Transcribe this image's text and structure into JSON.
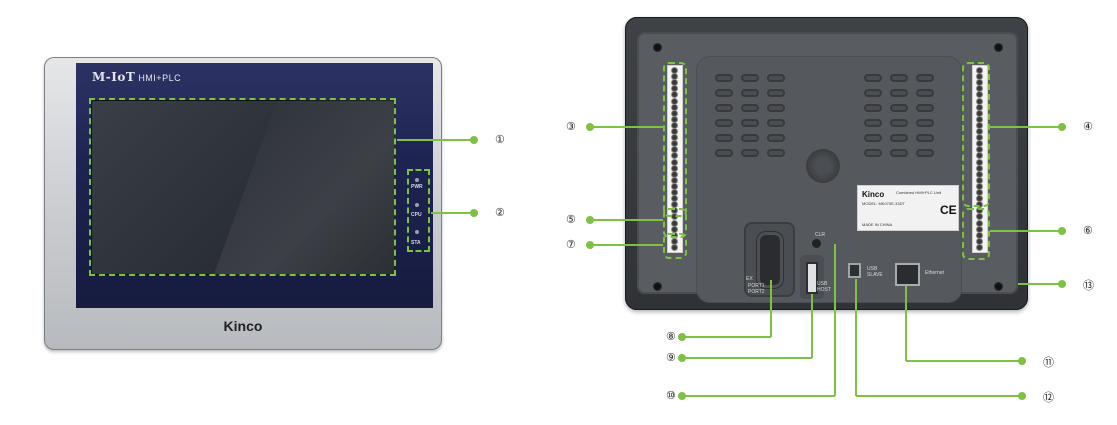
{
  "front": {
    "logo_main": "M-IoT",
    "logo_sub": "HMI+PLC",
    "brand": "Kinco",
    "leds": [
      "PWR",
      "CPU",
      "STA"
    ]
  },
  "back": {
    "sticker_brand": "Kinco",
    "sticker_line1": "Combined HMI+PLC Unit",
    "sticker_line2": "MODEL: MK070E-33DT",
    "sticker_line3": "MADE IN CHINA",
    "ce_mark": "CE",
    "port_labels": {
      "com": "EX",
      "port": "PORT1 PORT2",
      "usb_host": "USB HOST",
      "usb_slave": "USB SLAVE",
      "ethernet": "Ethernet",
      "clr": "CLR"
    }
  },
  "callouts": [
    "①",
    "②",
    "③",
    "④",
    "⑤",
    "⑥",
    "⑦",
    "⑧",
    "⑨",
    "⑩",
    "⑪",
    "⑫",
    "⑬"
  ],
  "colors": {
    "accent_green": "#7dc243",
    "front_bezel": "#d2d4d7",
    "back_housing": "#3a3d42"
  }
}
